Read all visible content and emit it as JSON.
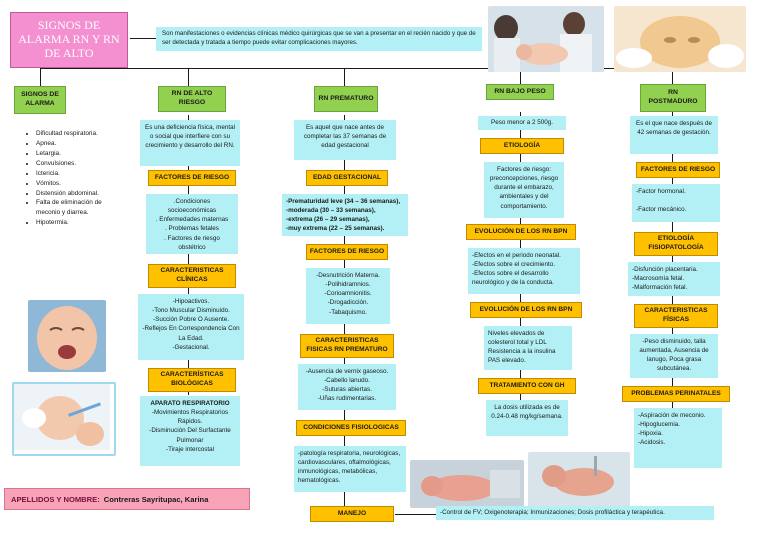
{
  "title": "SIGNOS DE ALARMA RN Y RN DE ALTO",
  "definition": "Son manifestaciones o evidencias clínicas médico quirúrgicas que se van a presentar en el recién nacido y que de ser detectada y tratada a tiempo puede evitar complicaciones mayores.",
  "col1": {
    "header": "SIGNOS DE ALARMA",
    "items": [
      "Dificultad respiratoria.",
      "Apnea.",
      "Letargia.",
      "Convulsiones.",
      "Ictericia.",
      "Vómitos.",
      "Distensión abdominal.",
      "Falta de eliminación de meconio y diarrea.",
      "Hipotermia."
    ]
  },
  "col2": {
    "header": "RN DE ALTO RIESGO",
    "definition": "Es una deficiencia física, mental o social que interfiere con su crecimiento y desarrollo del RN.",
    "factores_title": "FACTORES DE RIESGO",
    "factores": ".Condiciones socioeconómicas\n. Enfermedades maternas\n. Problemas fetales\n. Factores de riesgo obstétrico",
    "clinicas_title": "CARACTERISTICAS CLÍNICAS",
    "clinicas": "-Hipoactivos.\n-Tono Muscular Disminuido.\n-Succión Pobre O Ausente.\n-Reflejos En Correspondencia Con La Edad.\n-Gestacional.",
    "biologicas_title": "CARACTERÍSTICAS BIOLÓGICAS",
    "aparato_title": "APARATO RESPIRATORIO",
    "aparato": "-Movimientos Respiratorios Rápidos.\n-Disminución Del Surfactante Pulmonar\n-Tiraje intercostal"
  },
  "col3": {
    "header": "RN PREMATURO",
    "definition": "Es aquel que nace antes de completar las 37 semanas de edad gestacional",
    "edad_title": "EDAD GESTACIONAL",
    "edad": [
      "-Prematuridad leve (34 – 36 semanas),",
      "-moderada (30 – 33 semanas),",
      "-extrema (26 – 29 semanas),",
      "-muy extrema (22 – 25 semanas)."
    ],
    "factores_title": "FACTORES DE RIESGO",
    "factores": "-Desnutrición Materna.\n-Polihidramnios.\n-Corioamnionitis.\n-Drogadicción.\n-Tabaquismo.",
    "fisicas_title": "CARACTERISTICAS FISICAS RN PREMATURO",
    "fisicas": "-Ausencia de vernix gaseoso.\n-Cabello lanudo.\n-Suturas abiertas.\n-Uñas rudimentarias.",
    "fisio_title": "CONDICIONES FISIOLOGICAS",
    "fisio": "-patología respiratoria, neurológicas, cardiovasculares, oftalmológicas, inmunológicas, metabólicas, hematológicas.",
    "manejo_title": "MANEJO",
    "manejo": "-Control de FV; Oxigenoterapia; Inmunizaciones; Dosis profiláctica y terapéutica."
  },
  "col4": {
    "header": "RN BAJO PESO",
    "definition": "Peso menor a 2 500g.",
    "etiologia_title": "ETIOLOGÍA",
    "etiologia": "Factores de riesgo: preconcepciones, riesgo durante el embarazo, ambientales y del comportamiento.",
    "evolucion_title": "EVOLUCIÓN DE LOS RN BPN",
    "evolucion": "-Efectos en el periodo neonatal.\n-Efectos sobre el crecimiento.\n-Efectos sobre el desarrollo neurológico y de la conducta.",
    "evolucion2_title": "EVOLUCIÓN DE LOS RN BPN",
    "evolucion2": "Niveles elevados de colesterol total y LDL Resistencia a la insulina PAS elevado.",
    "tratamiento_title": "TRATAMIENTO CON GH",
    "tratamiento": "La dosis utilizada es de 0.24-0.48 mg/kg/semana."
  },
  "col5": {
    "header": "RN POSTMADURO",
    "definition": "Es el que nace después de 42 semanas de gestación.",
    "factores_title": "FACTORES DE RIESGO",
    "factores": "-Factor hormonal.\n\n-Factor mecánico.",
    "etiologia_title": "ETIOLOGÍA FISIOPATOLOGÍA",
    "etiologia": "-Disfunción placentaria.\n-Macrosomía fetal.\n-Malformación fetal.",
    "fisicas_title": "CARACTERISTICAS FÍSICAS",
    "fisicas": "-Peso disminuido, talla aumentada, Ausencia de lanugo, Poca grasa subcutánea.",
    "perinatales_title": "PROBLEMAS PERINATALES",
    "perinatales": "-Aspiración de meconio.\n-Hipoglucemia.\n-Hipoxia.\n-Acidosis."
  },
  "author": {
    "label": "APELLIDOS Y NOMBRE:",
    "name": "Contreras Sayritupac, Karina"
  },
  "colors": {
    "title_bg": "#f48fd0",
    "green": "#92d050",
    "orange": "#ffc000",
    "cyan": "#b3f0f5",
    "author_bg": "#f8a3b8"
  }
}
